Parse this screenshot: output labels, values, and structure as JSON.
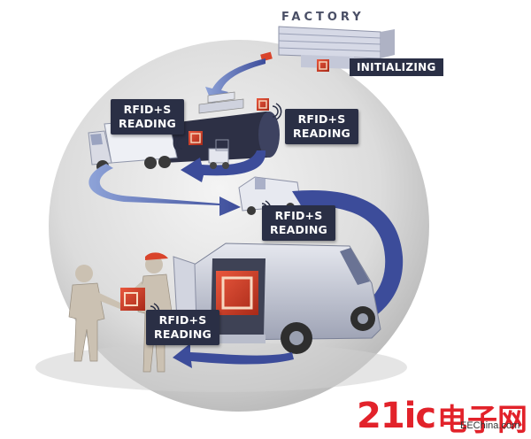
{
  "factory": {
    "title": "FACTORY",
    "status_label": "INITIALIZING"
  },
  "stations": [
    {
      "line1": "RFID+S",
      "line2": "READING"
    },
    {
      "line1": "RFID+S",
      "line2": "READING"
    },
    {
      "line1": "RFID+S",
      "line2": "READING"
    },
    {
      "line1": "RFID+S",
      "line2": "READING"
    }
  ],
  "watermark": {
    "brand": "21ic",
    "cn": "电子网",
    "site": "EEChina.com"
  },
  "colors": {
    "label_bg": "#2a2f45",
    "arrow_blue": "#4a5aa8",
    "tag_red": "#d9442b",
    "watermark_red": "#e2222a"
  }
}
